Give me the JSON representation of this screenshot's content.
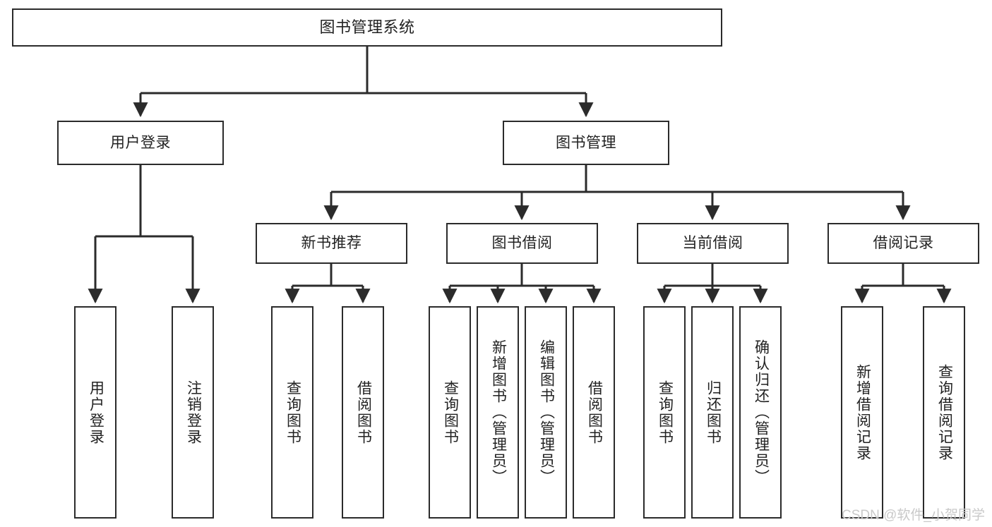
{
  "diagram": {
    "title": "图书管理系统",
    "watermark": "CSDN @软件_小贺同学",
    "colors": {
      "stroke": "#2b2b2b",
      "fill": "#ffffff",
      "text": "#222222",
      "watermark": "#c9c9c9"
    },
    "root": {
      "label": "图书管理系统"
    },
    "level2": [
      {
        "label": "用户登录"
      },
      {
        "label": "图书管理"
      }
    ],
    "level3": [
      {
        "label": "新书推荐"
      },
      {
        "label": "图书借阅"
      },
      {
        "label": "当前借阅"
      },
      {
        "label": "借阅记录"
      }
    ],
    "leaves": {
      "user_login": [
        {
          "label": "用户登录"
        },
        {
          "label": "注销登录"
        }
      ],
      "new_book_recommend": [
        {
          "label": "查询图书"
        },
        {
          "label": "借阅图书"
        }
      ],
      "book_borrow": [
        {
          "label": "查询图书"
        },
        {
          "label": "新增图书（管理员）"
        },
        {
          "label": "编辑图书（管理员）"
        },
        {
          "label": "借阅图书"
        }
      ],
      "current_borrow": [
        {
          "label": "查询图书"
        },
        {
          "label": "归还图书"
        },
        {
          "label": "确认归还（管理员）"
        }
      ],
      "borrow_record": [
        {
          "label": "新增借阅记录"
        },
        {
          "label": "查询借阅记录"
        }
      ]
    }
  }
}
